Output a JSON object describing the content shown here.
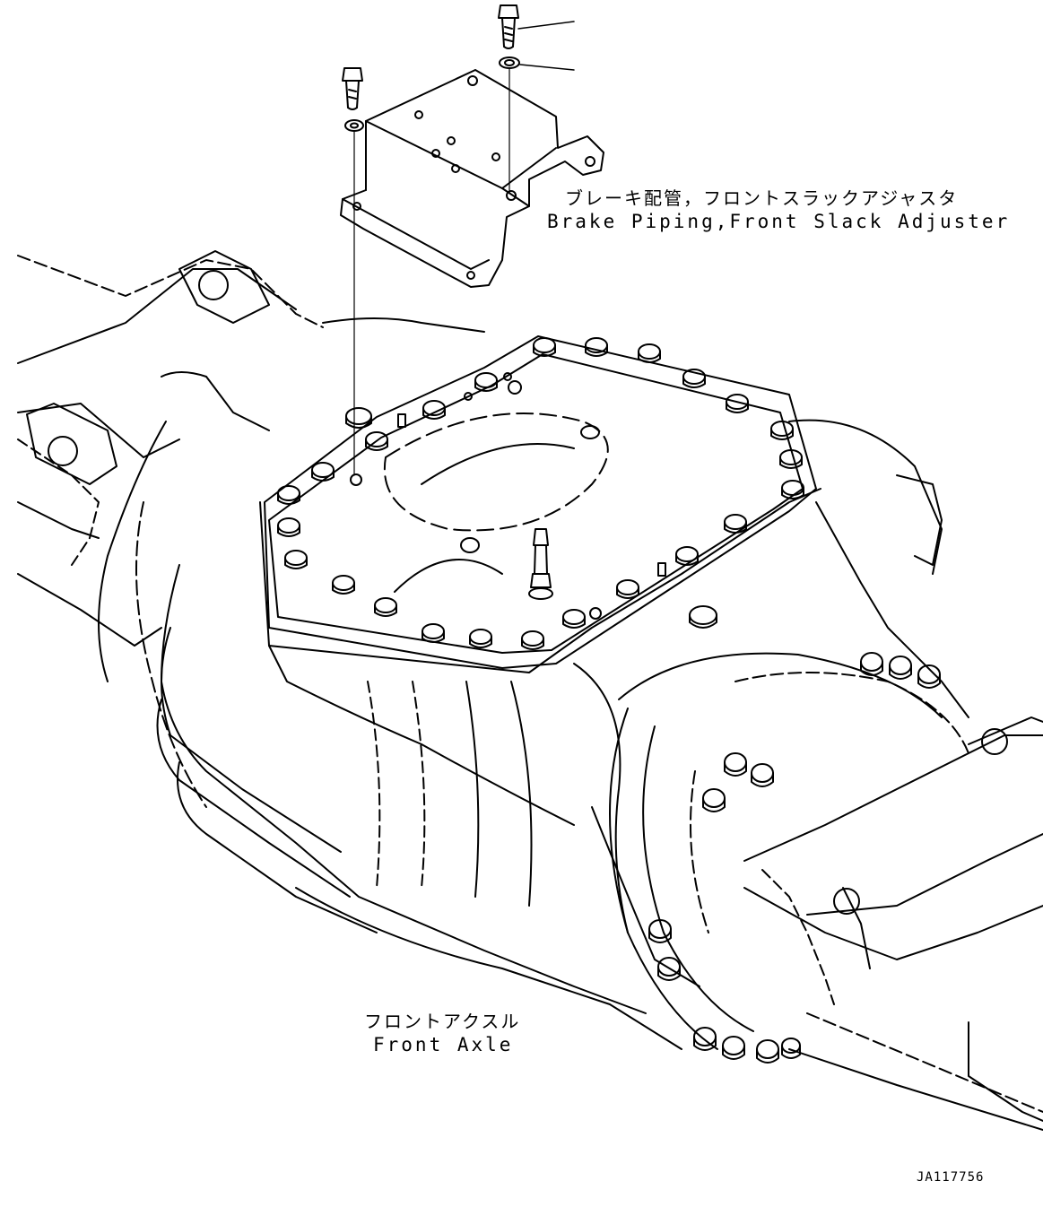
{
  "labels": {
    "brake_piping_jp": "ブレーキ配管，フロントスラックアジャスタ",
    "brake_piping_en": "Brake Piping,Front Slack Adjuster",
    "front_axle_jp": "フロントアクスル",
    "front_axle_en": "Front Axle",
    "drawing_code": "JA117756"
  }
}
